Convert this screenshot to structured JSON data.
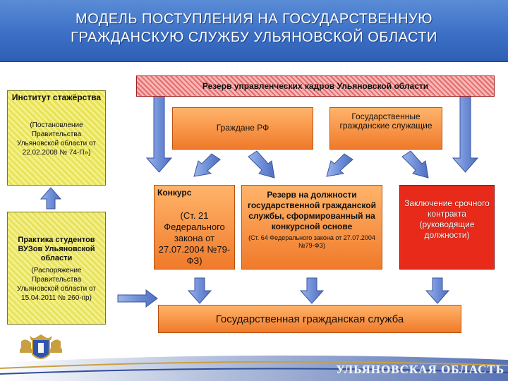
{
  "title": {
    "line1": "МОДЕЛЬ  ПОСТУПЛЕНИЯ  НА  ГОСУДАРСТВЕННУЮ",
    "line2": "ГРАЖДАНСКУЮ  СЛУЖБУ  УЛЬЯНОВСКОЙ  ОБЛАСТИ"
  },
  "reserve_top": "Резерв управленческих кадров Ульяновской области",
  "institute": {
    "title": "Институт стажёрства",
    "note": "(Постановление Правительства Ульяновской области от 22.02.2008 № 74-П»)"
  },
  "practice": {
    "title": "Практика студентов ВУЗов Ульяновской области",
    "note": "(Распоряжение Правительства Ульяновской области от 15.04.2011 № 260-пр)"
  },
  "citizens": "Граждане РФ",
  "civil_servants": "Государственные гражданские служащие",
  "contest": {
    "title": "Конкурс",
    "note": "(Ст. 21 Федерального закона от 27.07.2004 №79-ФЗ)"
  },
  "reserve_positions": {
    "title": "Резерв на должности государственной гражданской службы, сформированный на конкурсной основе",
    "note": "(Ст. 64 Федерального закона от 27.07.2004 №79-ФЗ)"
  },
  "fixed_contract": "Заключение срочного контракта (руководящие должности)",
  "civil_service": "Государственная гражданская служба",
  "footer": "УЛЬЯНОВСКАЯ ОБЛАСТЬ",
  "colors": {
    "header_blue": "#3a6ec4",
    "arrow_blue": "#6f8fd8",
    "red": "#e82a1a",
    "orange": "#f49a4a",
    "yellow": "#f4f08a"
  }
}
